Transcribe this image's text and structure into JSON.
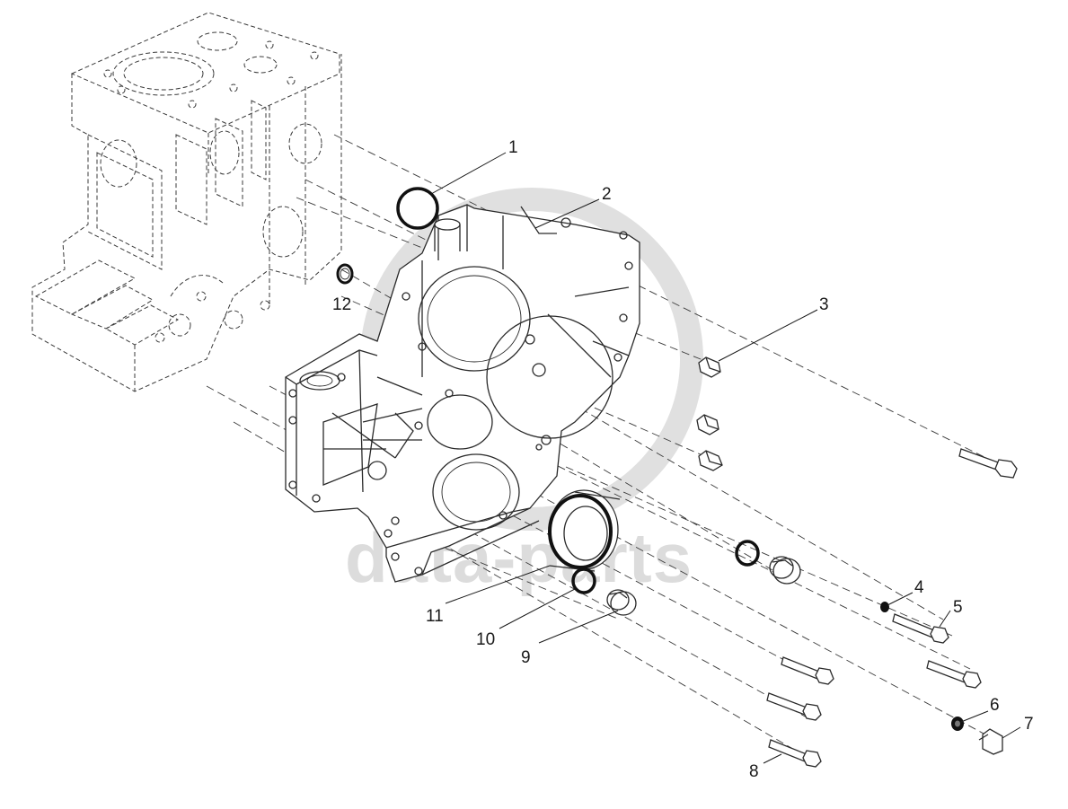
{
  "watermark": {
    "text": "data-parts",
    "color": "#dcdcdc"
  },
  "colors": {
    "line": "#2a2a2a",
    "background": "#ffffff"
  },
  "callouts": [
    "1",
    "2",
    "3",
    "4",
    "5",
    "6",
    "7",
    "8",
    "9",
    "10",
    "11",
    "12"
  ]
}
